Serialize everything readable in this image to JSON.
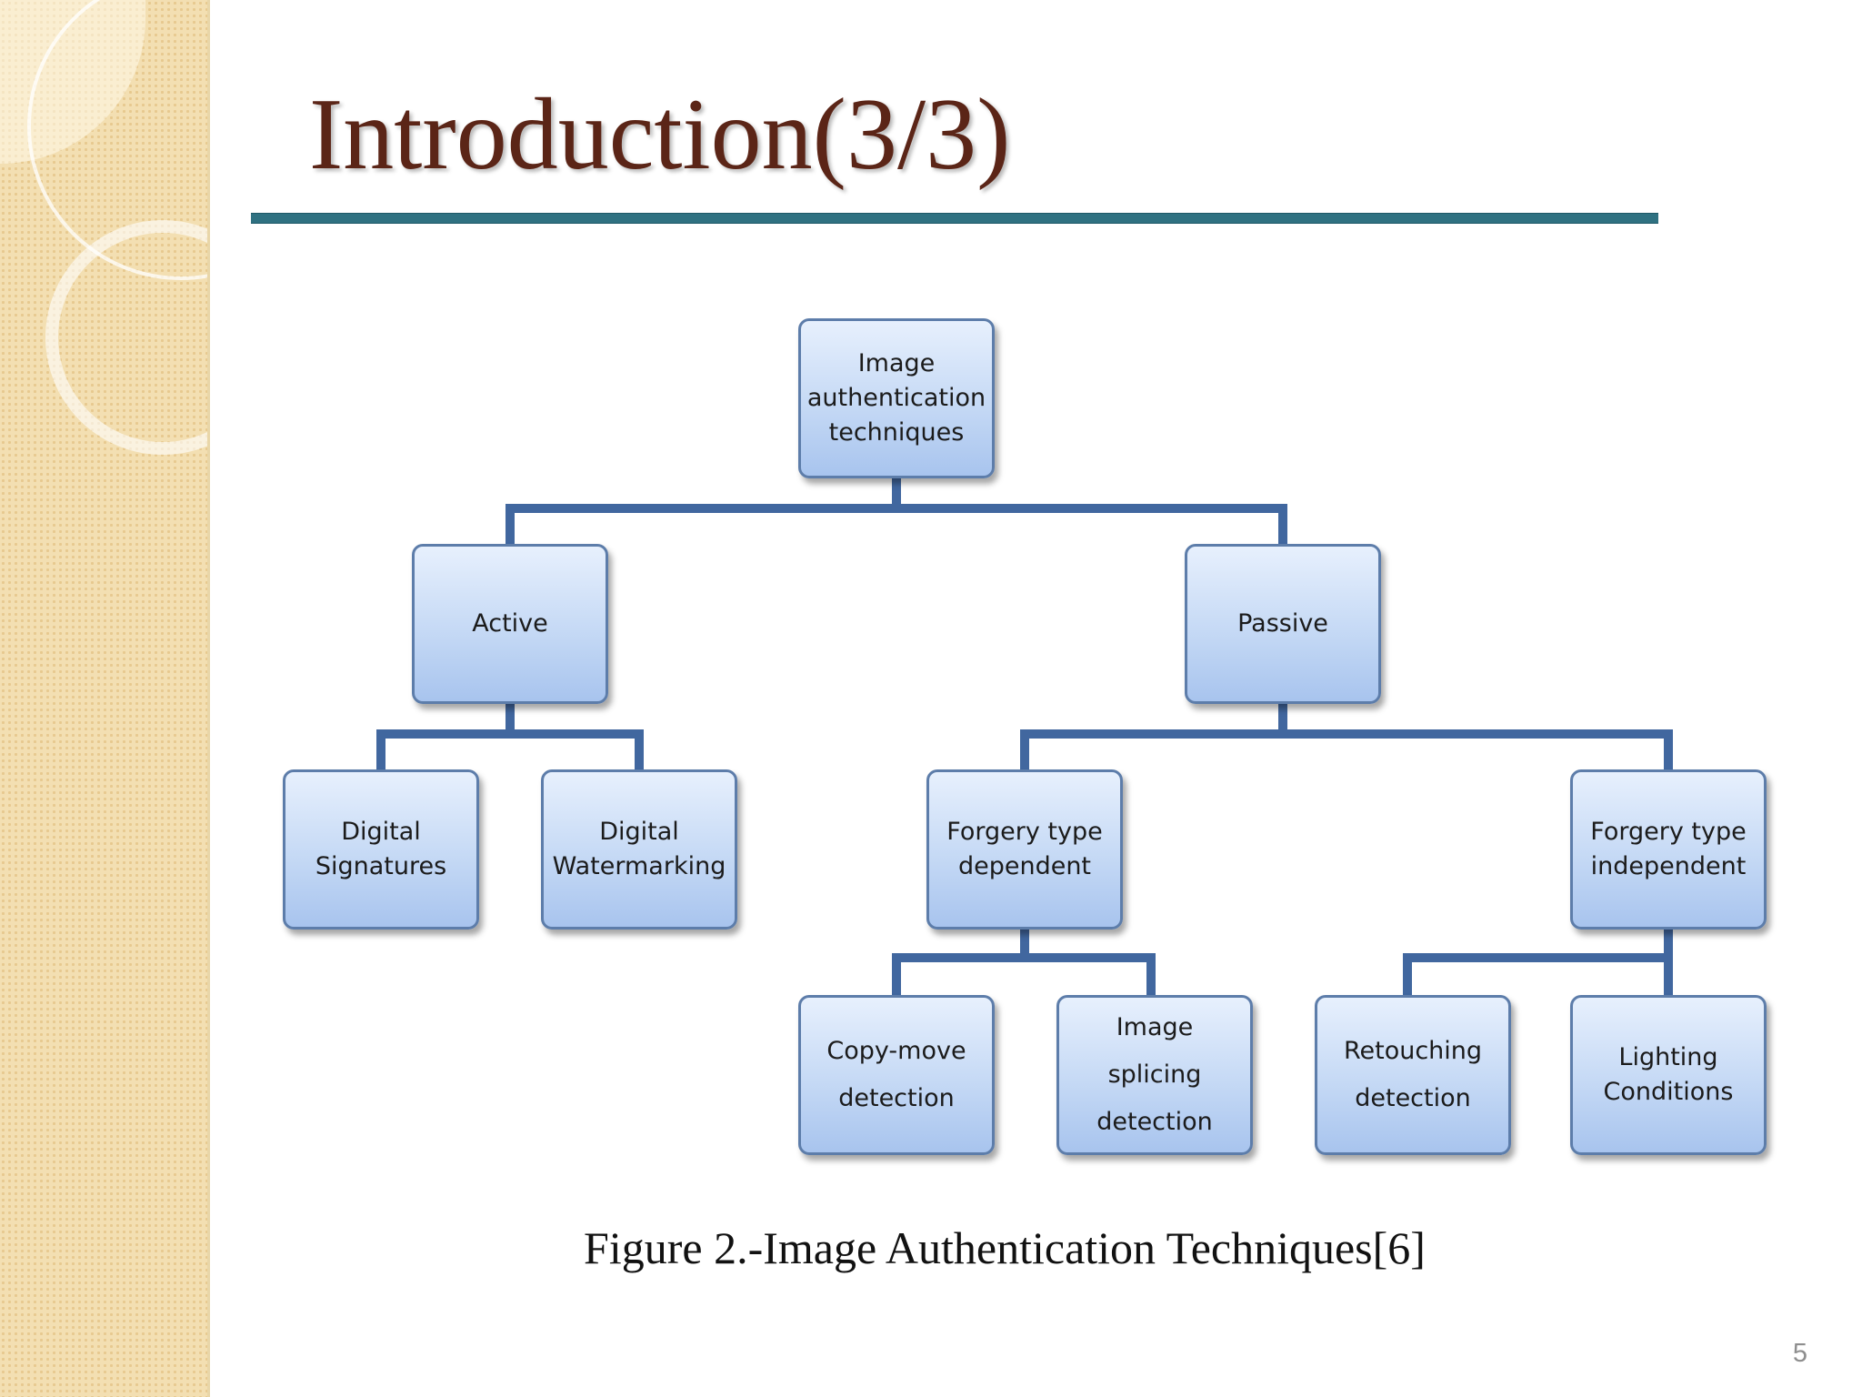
{
  "slide": {
    "title": "Introduction(3/3)",
    "caption": "Figure 2.-Image Authentication Techniques[6]",
    "page_number": "5"
  },
  "diagram": {
    "root": "Image\nauthentication\ntechniques",
    "active": "Active",
    "passive": "Passive",
    "digital_signatures": "Digital\nSignatures",
    "digital_watermarking": "Digital\nWatermarking",
    "forgery_dependent": "Forgery type\ndependent",
    "forgery_independent": "Forgery type\nindependent",
    "copy_move": "Copy-move\ndetection",
    "image_splicing": "Image splicing\ndetection",
    "retouching": "Retouching\ndetection",
    "lighting": "Lighting\nConditions"
  },
  "colors": {
    "title": "#5b2517",
    "title_rule": "#2f7181",
    "connector": "#41679f",
    "node_fill": "#c5d9f5",
    "node_border": "#5d7daa"
  }
}
